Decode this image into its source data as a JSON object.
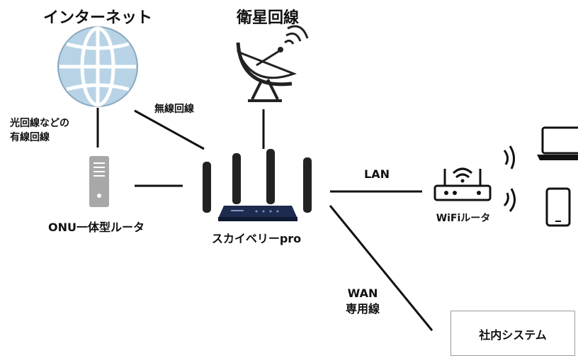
{
  "labels": {
    "internet": "インターネット",
    "satellite": "衛星回線",
    "wireless": "無線回線",
    "wired_line1": "光回線などの",
    "wired_line2": "有線回線",
    "onu": "ONU一体型ルータ",
    "skyberry": "スカイベリーpro",
    "lan": "LAN",
    "wifi_router": "WiFiルータ",
    "wan": "WAN",
    "dedicated": "専用線",
    "internal_system": "社内システム"
  },
  "colors": {
    "globe_fill": "#b8d3e6",
    "globe_stroke": "#8aa9c0",
    "line": "#111111",
    "router_body": "#1d2b4f",
    "antenna": "#222222",
    "box_border": "#9a9a9a"
  },
  "icons": [
    "globe-icon",
    "satellite-dish-icon",
    "onu-tower-icon",
    "router-icon",
    "wifi-router-icon",
    "laptop-icon",
    "smartphone-icon"
  ]
}
